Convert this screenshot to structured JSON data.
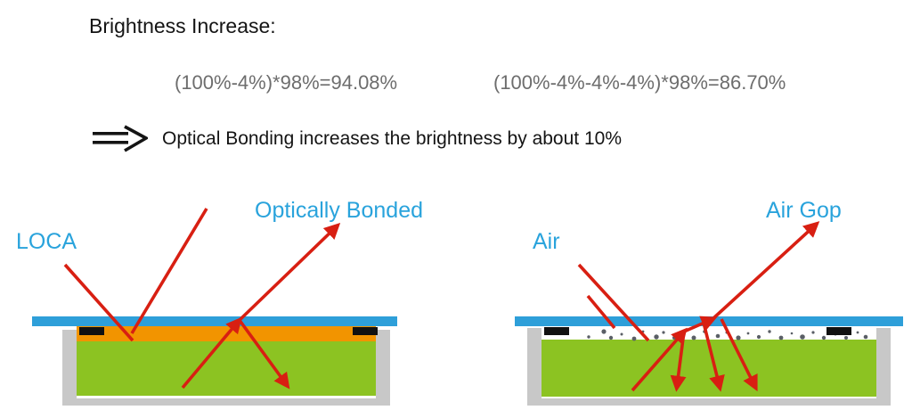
{
  "heading": {
    "text": "Brightness Increase:"
  },
  "formulas": {
    "optically_bonded": "(100%-4%)*98%=94.08%",
    "air_gap": "(100%-4%-4%-4%)*98%=86.70%"
  },
  "conclusion": {
    "implies_symbol": "=>",
    "text": "Optical Bonding increases the brightness by about 10%"
  },
  "labels": {
    "optically_bonded": "Optically Bonded",
    "loca": "LOCA",
    "air": "Air",
    "air_gap": "Air Gop"
  },
  "colors": {
    "cyan_label": "#29a3dc",
    "cover_glass": "#2e9fd9",
    "loca_adhesive": "#f29400",
    "display_panel": "#8cc322",
    "housing": "#c8c8c8",
    "spacer": "#111111",
    "light_ray": "#d81f12",
    "formula_text": "#6d6d6d",
    "body_text": "#141414",
    "dust_particle": "#5a5f66"
  },
  "diagrams": {
    "left": {
      "name": "optically-bonded-stackup",
      "layers": [
        "cover-glass",
        "loca-adhesive",
        "display-panel",
        "housing",
        "spacer-block"
      ],
      "ray_count": 3
    },
    "right": {
      "name": "air-gap-stackup",
      "layers": [
        "cover-glass",
        "air-gap",
        "display-panel",
        "housing",
        "spacer-block"
      ],
      "ray_count": 6,
      "has_dust_particles": true
    }
  }
}
